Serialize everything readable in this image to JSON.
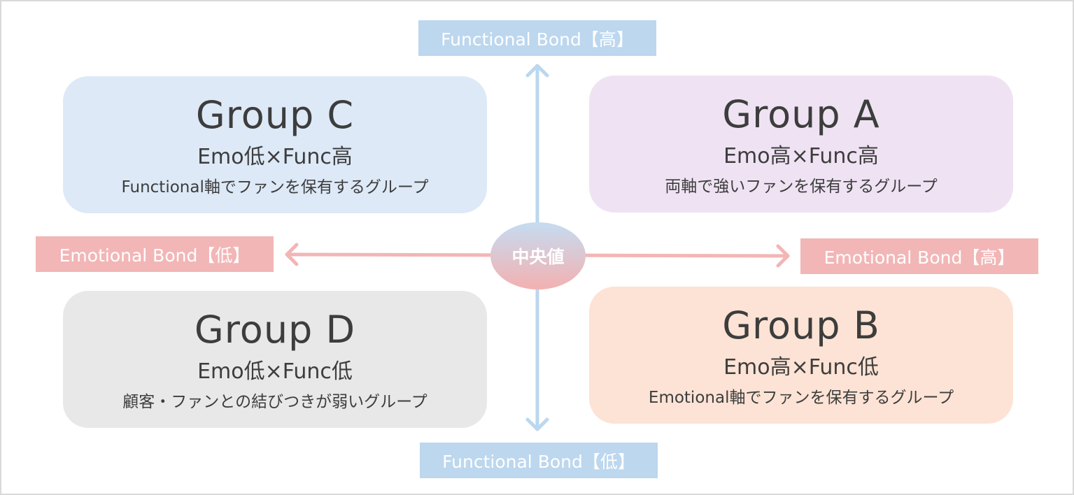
{
  "colors": {
    "functional_axis": "#bcd7ee",
    "emotional_axis": "#f2b6b6",
    "center_top": "#c5dcf1",
    "center_bottom": "#f3b1b1",
    "group_a_bg": "#efe3f3",
    "group_b_bg": "#fde3d5",
    "group_c_bg": "#dde9f7",
    "group_d_bg": "#e8e8e8"
  },
  "center": {
    "label": "中央値"
  },
  "axes": {
    "functional_high": "Functional Bond【高】",
    "functional_low": "Functional Bond【低】",
    "emotional_low": "Emotional Bond【低】",
    "emotional_high": "Emotional Bond【高】"
  },
  "groups": {
    "a": {
      "title": "Group A",
      "sub": "Emo高×Func高",
      "desc": "両軸で強いファンを保有するグループ"
    },
    "b": {
      "title": "Group B",
      "sub": "Emo高×Func低",
      "desc": "Emotional軸でファンを保有するグループ"
    },
    "c": {
      "title": "Group C",
      "sub": "Emo低×Func高",
      "desc": "Functional軸でファンを保有するグループ"
    },
    "d": {
      "title": "Group D",
      "sub": "Emo低×Func低",
      "desc": "顧客・ファンとの結びつきが弱いグループ"
    }
  }
}
